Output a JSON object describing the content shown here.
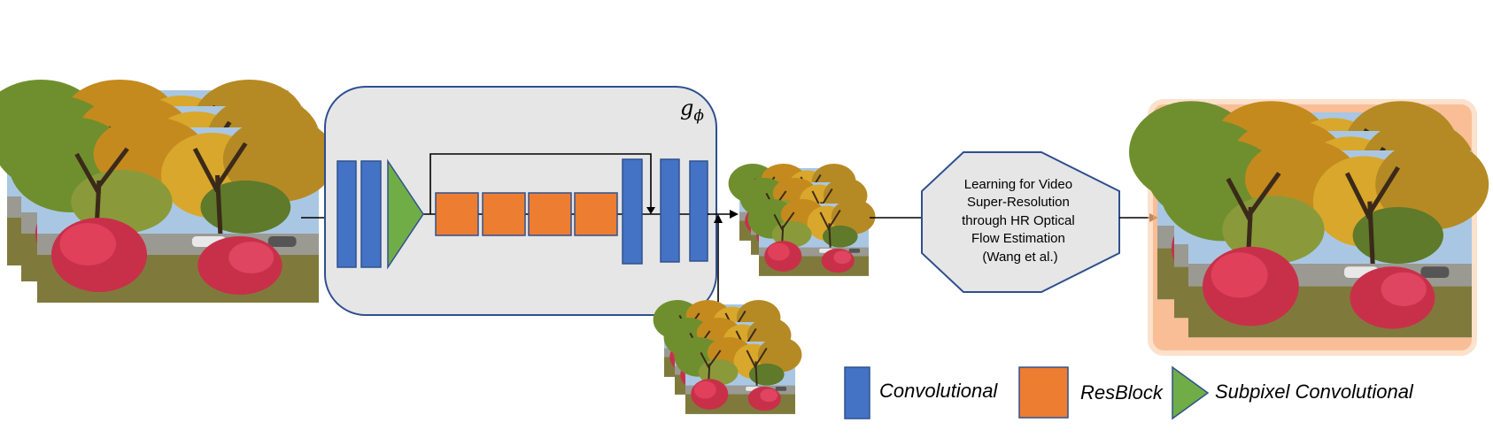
{
  "network": {
    "symbol_base": "g",
    "symbol_sub": "ϕ"
  },
  "method_box": {
    "lines": [
      "Learning for Video",
      "Super-Resolution",
      "through HR Optical",
      "Flow Estimation",
      "(Wang et al.)"
    ]
  },
  "legend": {
    "items": [
      {
        "label": "Convolutional",
        "color": "#4472c4",
        "shape": "rectangle"
      },
      {
        "label": "ResBlock",
        "color": "#ed7d31",
        "shape": "square"
      },
      {
        "label": "Subpixel Convolutional",
        "color": "#70ad47",
        "shape": "triangle"
      }
    ]
  },
  "colors": {
    "conv": "#4472c4",
    "resblock": "#ed7d31",
    "subpixel": "#70ad47",
    "panel_fill": "#e6e6e6",
    "panel_stroke": "#2f4f8f",
    "glow": "#f5a26a"
  }
}
